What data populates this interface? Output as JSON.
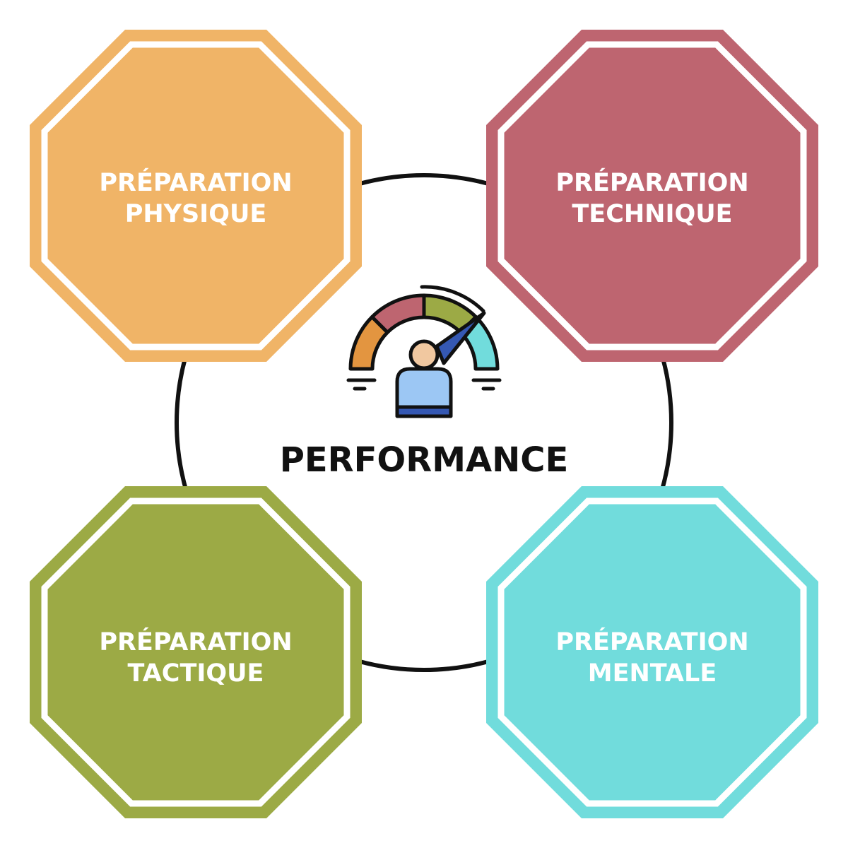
{
  "center": {
    "title": "PERFORMANCE",
    "icon": "performance-gauge-person-icon"
  },
  "colors": {
    "physique": "#f0b467",
    "technique": "#be6570",
    "tactique": "#9caa45",
    "mentale": "#71dcdc",
    "ring": "#111111"
  },
  "blocks": {
    "physique": {
      "line1": "PRÉPARATION",
      "line2": "PHYSIQUE"
    },
    "technique": {
      "line1": "PRÉPARATION",
      "line2": "TECHNIQUE"
    },
    "tactique": {
      "line1": "PRÉPARATION",
      "line2": "TACTIQUE"
    },
    "mentale": {
      "line1": "PRÉPARATION",
      "line2": "MENTALE"
    }
  }
}
